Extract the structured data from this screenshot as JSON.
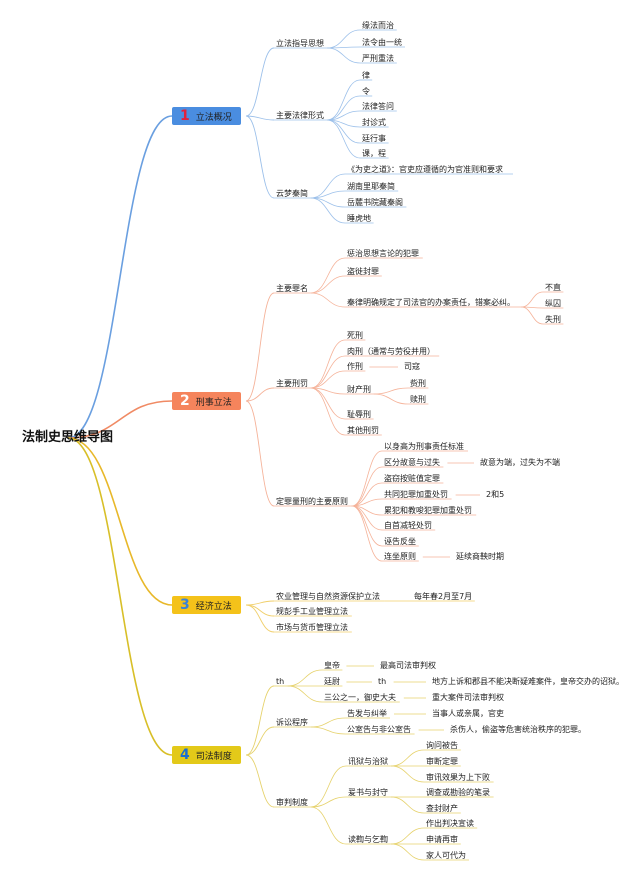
{
  "title": "法制史思维导图",
  "branches": [
    {
      "num": "1",
      "label": "立法概况",
      "children": [
        {
          "label": "立法指导思想",
          "children": [
            {
              "label": "缘法而治"
            },
            {
              "label": "法令由一统"
            },
            {
              "label": "严刑重法"
            }
          ]
        },
        {
          "label": "主要法律形式",
          "children": [
            {
              "label": "律"
            },
            {
              "label": "令"
            },
            {
              "label": "法律答问"
            },
            {
              "label": "封诊式"
            },
            {
              "label": "廷行事"
            },
            {
              "label": "课，程"
            }
          ]
        },
        {
          "label": "云梦秦简",
          "children": [
            {
              "label": "《为吏之道》：官吏应遵循的为官准则和要求"
            },
            {
              "label": "湖南里耶秦简"
            },
            {
              "label": "岳麓书院藏秦阁"
            },
            {
              "label": "睡虎地"
            }
          ]
        }
      ]
    },
    {
      "num": "2",
      "label": "刑事立法",
      "children": [
        {
          "label": "主要罪名",
          "children": [
            {
              "label": "惩治思想言论的犯罪"
            },
            {
              "label": "盗徙封罪"
            },
            {
              "label": "秦律明确规定了司法官的办案责任，错案必纠。",
              "children": [
                {
                  "label": "不直"
                },
                {
                  "label": "纵囚"
                },
                {
                  "label": "失刑"
                }
              ]
            }
          ]
        },
        {
          "label": "主要刑罚",
          "children": [
            {
              "label": "死刑"
            },
            {
              "label": "肉刑（通常与劳役并用）"
            },
            {
              "label": "作刑",
              "children": [
                {
                  "label": "司寇"
                }
              ]
            },
            {
              "label": "财产刑",
              "children": [
                {
                  "label": "赀刑"
                },
                {
                  "label": "赎刑"
                }
              ]
            },
            {
              "label": "耻辱刑"
            },
            {
              "label": "其他刑罚"
            }
          ]
        },
        {
          "label": "定罪量刑的主要原则",
          "children": [
            {
              "label": "以身高为刑事责任标准"
            },
            {
              "label": "区分故意与过失",
              "children": [
                {
                  "label": "故意为端，过失为不端"
                }
              ]
            },
            {
              "label": "盗窃按赃值定罪"
            },
            {
              "label": "共同犯罪加重处罚",
              "children": [
                {
                  "label": "2和5"
                }
              ]
            },
            {
              "label": "累犯和教唆犯罪加重处罚"
            },
            {
              "label": "自首减轻处罚"
            },
            {
              "label": "诬告反坐"
            },
            {
              "label": "连坐原则",
              "children": [
                {
                  "label": "延续商鞅时期"
                }
              ]
            }
          ]
        }
      ]
    },
    {
      "num": "3",
      "label": "经济立法",
      "children": [
        {
          "label": "农业管理与自然资源保护立法",
          "children": [
            {
              "label": "每年春2月至7月"
            }
          ]
        },
        {
          "label": "规彭手工业管理立法"
        },
        {
          "label": "市场与货币管理立法"
        }
      ]
    },
    {
      "num": "4",
      "label": "司法制度",
      "children": [
        {
          "label": "th",
          "children": [
            {
              "label": "皇帝",
              "children": [
                {
                  "label": "最高司法审判权"
                }
              ]
            },
            {
              "label": "廷尉",
              "children": [
                {
                  "label": "th",
                  "children": [
                    {
                      "label": "地方上诉和郡县不能决断疑难案件，皇帝交办的诏狱。"
                    }
                  ]
                }
              ]
            },
            {
              "label": "三公之一，御史大夫",
              "children": [
                {
                  "label": "重大案件司法审判权"
                }
              ]
            }
          ]
        },
        {
          "label": "诉讼程序",
          "children": [
            {
              "label": "告发与纠举",
              "children": [
                {
                  "label": "当事人或亲属，官吏"
                }
              ]
            },
            {
              "label": "公室告与非公室告",
              "children": [
                {
                  "label": "杀伤人，偷盗等危害统治秩序的犯罪。"
                }
              ]
            }
          ]
        },
        {
          "label": "审判制度",
          "children": [
            {
              "label": "讯狱与治狱",
              "children": [
                {
                  "label": "询问被告"
                },
                {
                  "label": "审断定罪"
                },
                {
                  "label": "审讯效果为上下败"
                }
              ]
            },
            {
              "label": "爰书与封守",
              "children": [
                {
                  "label": "调查或勘验的笔录"
                },
                {
                  "label": "查封财产"
                }
              ]
            },
            {
              "label": "读鞫与乞鞫",
              "children": [
                {
                  "label": "作出判决宣读"
                },
                {
                  "label": "申请再审"
                },
                {
                  "label": "家人可代为"
                }
              ]
            }
          ]
        }
      ]
    }
  ],
  "colors": {
    "branch1": "#4a8de0",
    "branch2": "#f5845c",
    "branch3": "#f4c21a",
    "branch4": "#e3c919"
  }
}
